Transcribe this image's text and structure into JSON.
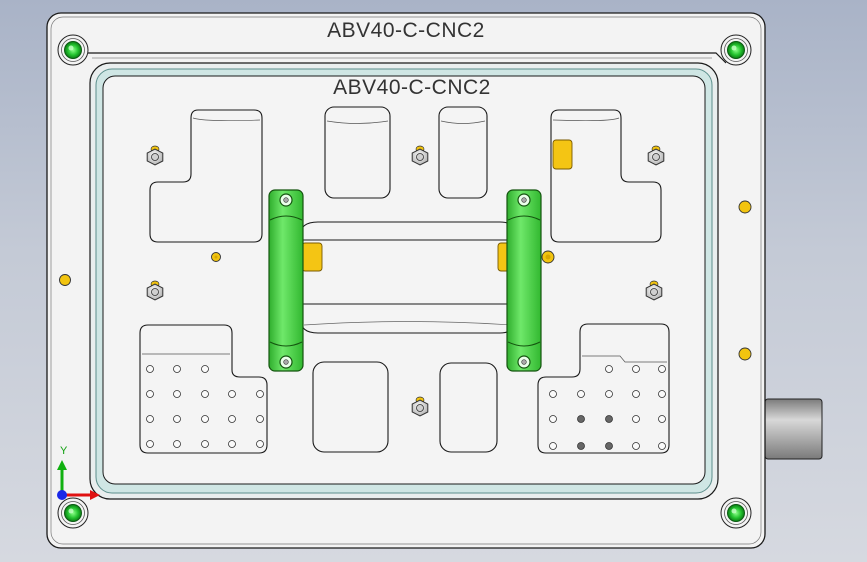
{
  "model": {
    "outer_engraving": "ABV40-C-CNC2",
    "inner_engraving": "ABV40-C-CNC2"
  },
  "triad": {
    "y_label": "Y",
    "x_color": "#e01010",
    "y_color": "#10b010",
    "z_color": "#1020e0"
  },
  "colors": {
    "plate": "#f2f2f2",
    "edge": "#1a1a1a",
    "clamp_green": "#4fd24a",
    "locator_yellow": "#f2c40f",
    "screw_green": "#2fcf3a",
    "rim_teal": "#bde0de",
    "cylinder": "#a8a8a8"
  },
  "components": {
    "corner_screws": [
      "top-left",
      "top-right",
      "bottom-left",
      "bottom-right"
    ],
    "clamps": [
      "left-clamp",
      "right-clamp"
    ],
    "side_pins": [
      "left-pin",
      "right-pin-upper",
      "right-pin-lower"
    ]
  }
}
